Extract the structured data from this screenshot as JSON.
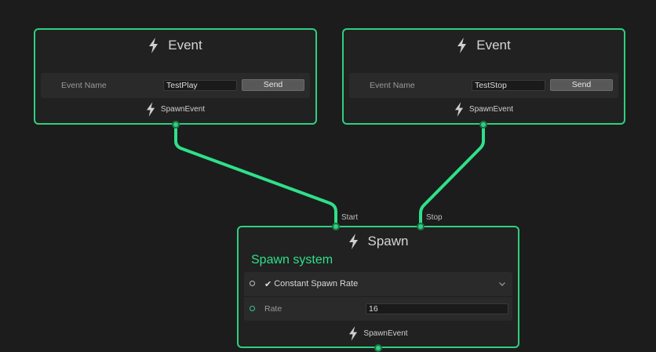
{
  "colors": {
    "background": "#1c1c1c",
    "node_border": "#2fcf7f",
    "wire": "#2fe08a",
    "accent_text": "#2fe08a"
  },
  "event_nodes": [
    {
      "title": "Event",
      "title_icon": "lightning-bolt-icon",
      "field_label": "Event Name",
      "field_value": "TestPlay",
      "button_label": "Send",
      "output_label": "SpawnEvent",
      "output_icon": "lightning-bolt-icon"
    },
    {
      "title": "Event",
      "title_icon": "lightning-bolt-icon",
      "field_label": "Event Name",
      "field_value": "TestStop",
      "button_label": "Send",
      "output_label": "SpawnEvent",
      "output_icon": "lightning-bolt-icon"
    }
  ],
  "spawn_node": {
    "title": "Spawn",
    "title_icon": "lightning-bolt-icon",
    "input_ports": [
      "Start",
      "Stop"
    ],
    "system_name": "Spawn system",
    "block": {
      "checkbox_checked": true,
      "label": "Constant Spawn Rate",
      "collapse_icon": "chevron-down-icon"
    },
    "property": {
      "label": "Rate",
      "value": "16"
    },
    "output_label": "SpawnEvent",
    "output_icon": "lightning-bolt-icon"
  }
}
